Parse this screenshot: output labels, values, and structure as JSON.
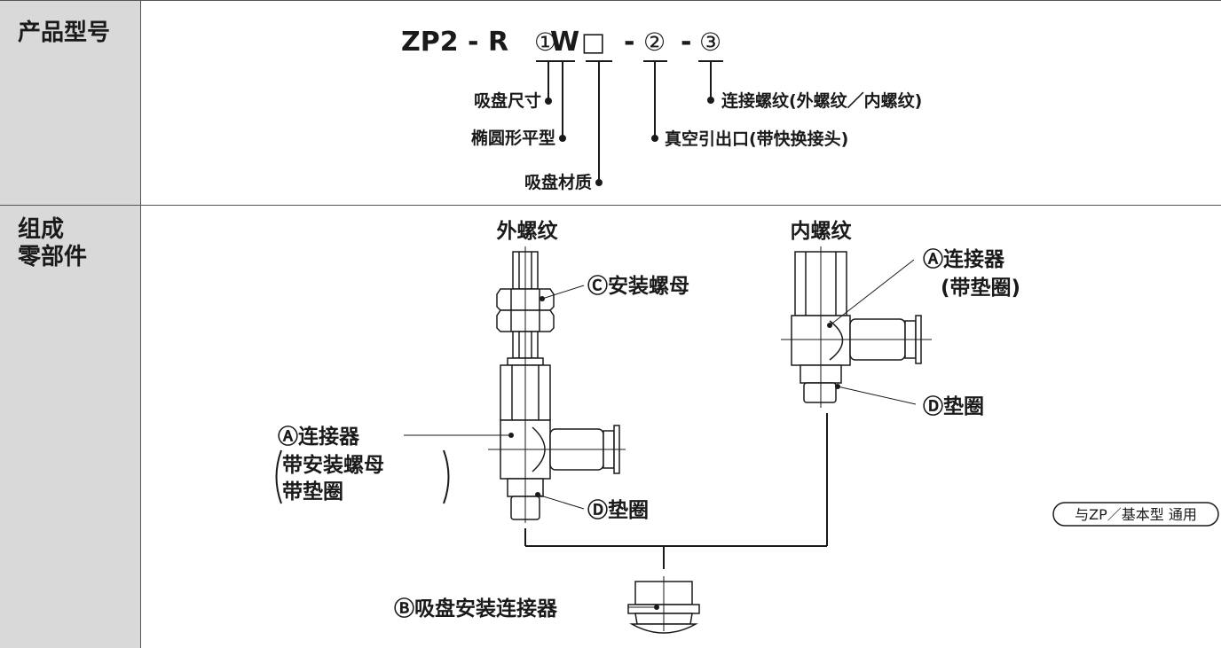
{
  "rows": {
    "model_label": "产品型号",
    "parts_label_line1": "组成",
    "parts_label_line2": "零部件"
  },
  "model": {
    "prefix": "ZP2 - R",
    "circle1": "①",
    "w": "W",
    "box": "□",
    "dash1": "-",
    "circle2": "②",
    "dash2": "-",
    "circle3": "③",
    "ann_size": "吸盘尺寸",
    "ann_oval": "椭圆形平型",
    "ann_material": "吸盘材质",
    "ann_thread": "连接螺纹(外螺纹／内螺纹)",
    "ann_vacuum": "真空引出口(带快换接头)"
  },
  "parts": {
    "male_title": "外螺纹",
    "female_title": "内螺纹",
    "male_nut": "Ⓒ安装螺母",
    "male_connector": "Ⓐ连接器",
    "male_connector_sub1": "带安装螺母",
    "male_connector_sub2": "带垫圈",
    "male_gasket": "Ⓓ垫圈",
    "female_connector": "Ⓐ连接器",
    "female_connector_sub": "(带垫圈)",
    "female_gasket": "Ⓓ垫圈",
    "adapter": "Ⓑ吸盘安装连接器",
    "badge": "与ZP／基本型 通用"
  }
}
